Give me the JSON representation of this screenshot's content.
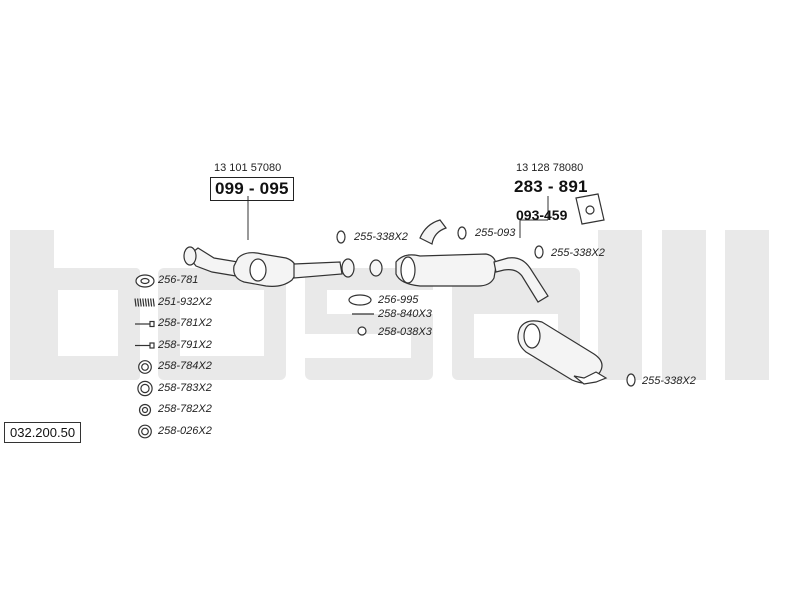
{
  "diagram": {
    "catalog_code": "032.200.50",
    "watermark_color": "#e9e9e9",
    "line_color": "#333333",
    "front_pipe": {
      "oem": "13 101 57080",
      "part": "099 - 095"
    },
    "rear_muffler": {
      "oem": "13 128 78080",
      "part": "283 - 891"
    },
    "bracket": {
      "part": "093-459"
    },
    "clamps_left": "255-338X2",
    "clamps_mid": "255-093",
    "clamps_right": "255-338X2",
    "clamps_tail": "255-338X2",
    "gasket_mid": "256-995",
    "bolt_mid": "258-840X3",
    "nut_mid": "258-038X3",
    "legend": [
      {
        "icon": "gasket-icon",
        "code": "256-781"
      },
      {
        "icon": "spring-icon",
        "code": "251-932X2"
      },
      {
        "icon": "bolt-icon",
        "code": "258-781X2"
      },
      {
        "icon": "bolt-icon",
        "code": "258-791X2"
      },
      {
        "icon": "nut-icon",
        "code": "258-784X2"
      },
      {
        "icon": "nut-icon",
        "code": "258-783X2"
      },
      {
        "icon": "nut-icon",
        "code": "258-782X2"
      },
      {
        "icon": "nut-icon",
        "code": "258-026X2"
      }
    ]
  }
}
